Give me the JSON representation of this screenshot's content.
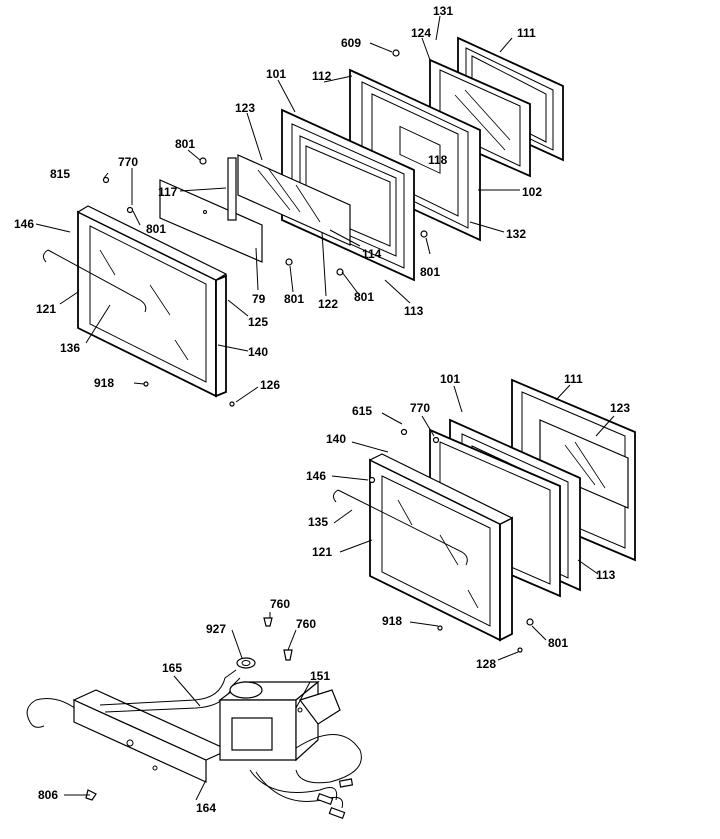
{
  "top_assembly": {
    "labels": [
      "131",
      "111",
      "609",
      "124",
      "101",
      "112",
      "123",
      "801",
      "118",
      "770",
      "815",
      "117",
      "102",
      "146",
      "801",
      "132",
      "114",
      "801",
      "79",
      "801",
      "122",
      "801",
      "113",
      "121",
      "125",
      "136",
      "140",
      "918",
      "126"
    ]
  },
  "middle_assembly": {
    "labels": [
      "101",
      "111",
      "615",
      "770",
      "123",
      "140",
      "146",
      "135",
      "121",
      "113",
      "918",
      "801",
      "128"
    ]
  },
  "bottom_assembly": {
    "labels": [
      "760",
      "927",
      "760",
      "165",
      "151",
      "806",
      "164"
    ]
  }
}
